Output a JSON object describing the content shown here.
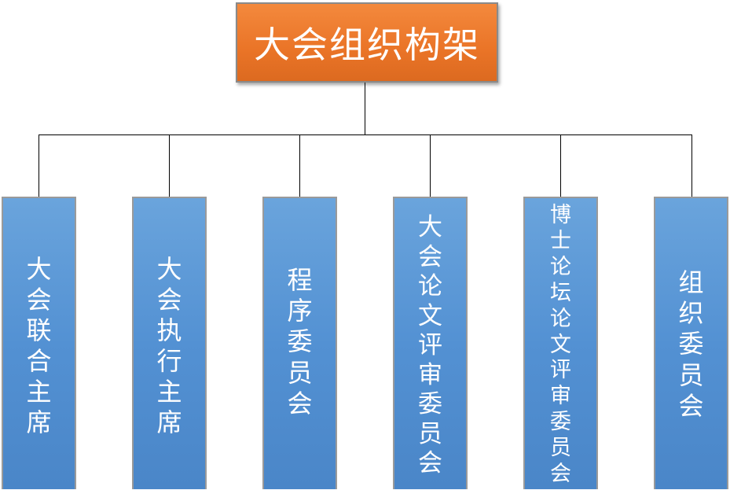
{
  "org_chart": {
    "root": {
      "label": "大会组织构架",
      "color": "#ea7427"
    },
    "branch_color": "#5391d3",
    "children": [
      {
        "label": "大会联合主席"
      },
      {
        "label": "大会执行主席"
      },
      {
        "label": "程序委员会"
      },
      {
        "label": "大会论文评审委员会"
      },
      {
        "label": "博士论坛论文评审委员会"
      },
      {
        "label": "组织委员会"
      }
    ]
  }
}
